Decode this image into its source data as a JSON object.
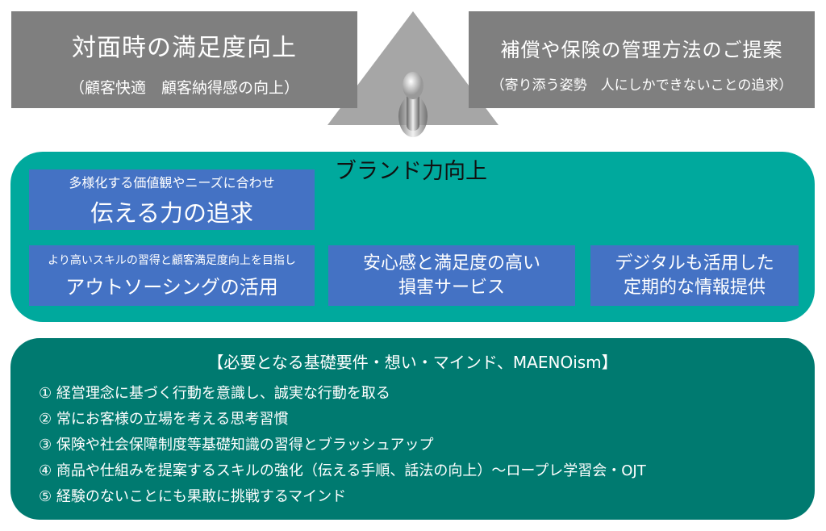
{
  "top_left": {
    "title": "対面時の満足度向上",
    "subtitle": "（顧客快適　顧客納得感の向上）"
  },
  "top_right": {
    "title": "補償や保険の管理方法のご提案",
    "subtitle": "（寄り添う姿勢　人にしかできないことの追求）"
  },
  "brand": {
    "title": "ブランド力向上",
    "boxes": [
      {
        "sub": "多様化する価値観やニーズに合わせ",
        "main": "伝える力の追求"
      },
      {
        "sub": "より高いスキルの習得と顧客満足度向上を目指し",
        "main": "アウトソーシングの活用"
      },
      {
        "line1": "安心感と満足度の高い",
        "line2": "損害サービス"
      },
      {
        "line1": "デジタルも活用した",
        "line2": "定期的な情報提供"
      }
    ]
  },
  "foundation": {
    "title": "【必要となる基礎要件・想い・マインド、MAENOism】",
    "items": [
      "①  経営理念に基づく行動を意識し、誠実な行動を取る",
      "②  常にお客様の立場を考える思考習慣",
      "③  保険や社会保障制度等基礎知識の習得とブラッシュアップ",
      "④  商品や仕組みを提案するスキルの強化（伝える手順、話法の向上）～ロープレ学習会・OJT",
      "⑤  経験のないことにも果敢に挑戦するマインド"
    ]
  },
  "colors": {
    "gray": "#7f7f7f",
    "triangle": "#a6a6a6",
    "teal": "#00a99d",
    "blue": "#4472c4",
    "dark_teal": "#007a70"
  }
}
